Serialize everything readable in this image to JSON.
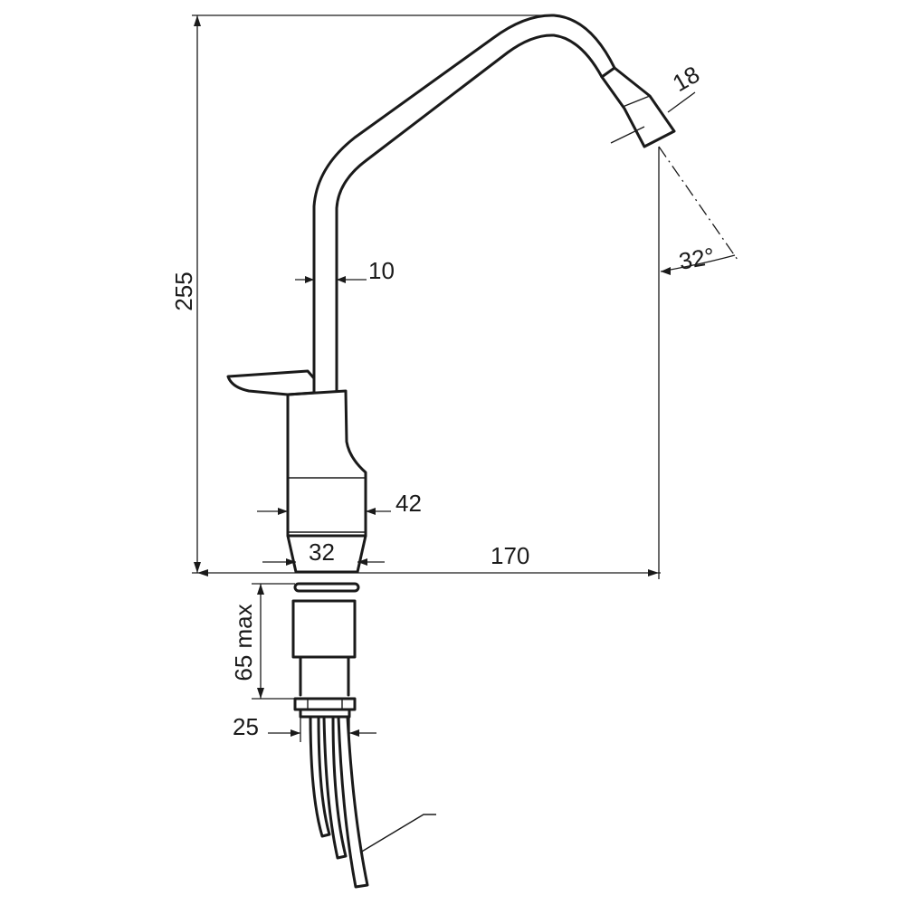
{
  "dimensions": {
    "height": "255",
    "spout_tube": "10",
    "outlet": "18",
    "outlet_angle": "32°",
    "body": "42",
    "base": "32",
    "reach": "170",
    "fixing_max": "65 max",
    "shank": "25"
  }
}
